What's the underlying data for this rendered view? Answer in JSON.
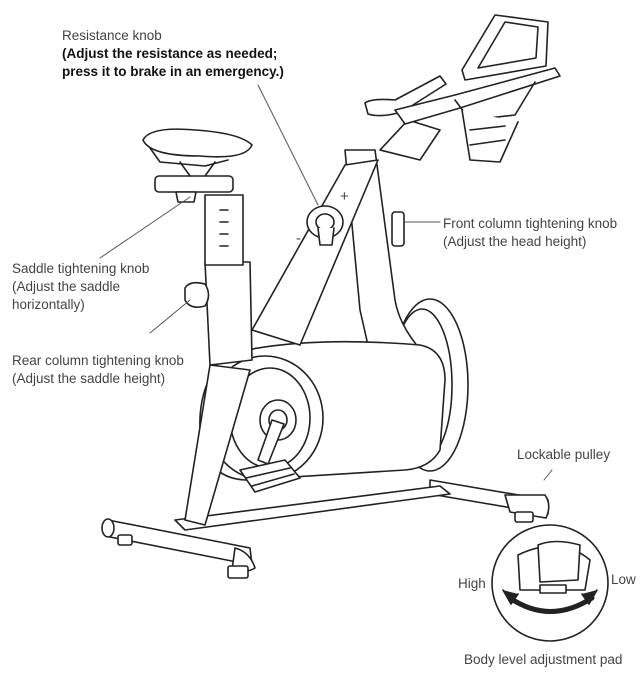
{
  "labels": {
    "resistance_title": "Resistance knob",
    "resistance_note_1": "(Adjust the resistance as needed;",
    "resistance_note_2": "press it to brake in an emergency.)",
    "front_title": "Front column tightening knob",
    "front_note": "(Adjust the head height)",
    "saddle_title": "Saddle tightening knob",
    "saddle_note_1": "(Adjust the saddle",
    "saddle_note_2": "horizontally)",
    "rear_title": "Rear column tightening knob",
    "rear_note": "(Adjust the saddle height)",
    "pulley": "Lockable pulley",
    "high": "High",
    "low": "Low",
    "pad": "Body level adjustment pad",
    "plus": "+",
    "minus": "-"
  }
}
